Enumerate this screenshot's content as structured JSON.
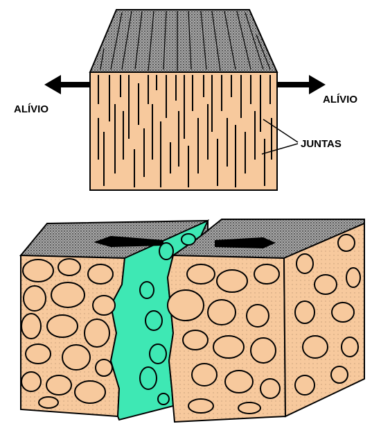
{
  "labels": {
    "relief_left": "ALÍVIO",
    "relief_right": "ALÍVIO",
    "joints": "JUNTAS"
  },
  "colors": {
    "rock": "#f7c99d",
    "top_surface": "#8a8a8a",
    "joint_fill": "#3ee8b4",
    "outline": "#000000"
  },
  "icons": {
    "arrow_left": "arrow-left-icon",
    "arrow_right": "arrow-right-icon"
  }
}
